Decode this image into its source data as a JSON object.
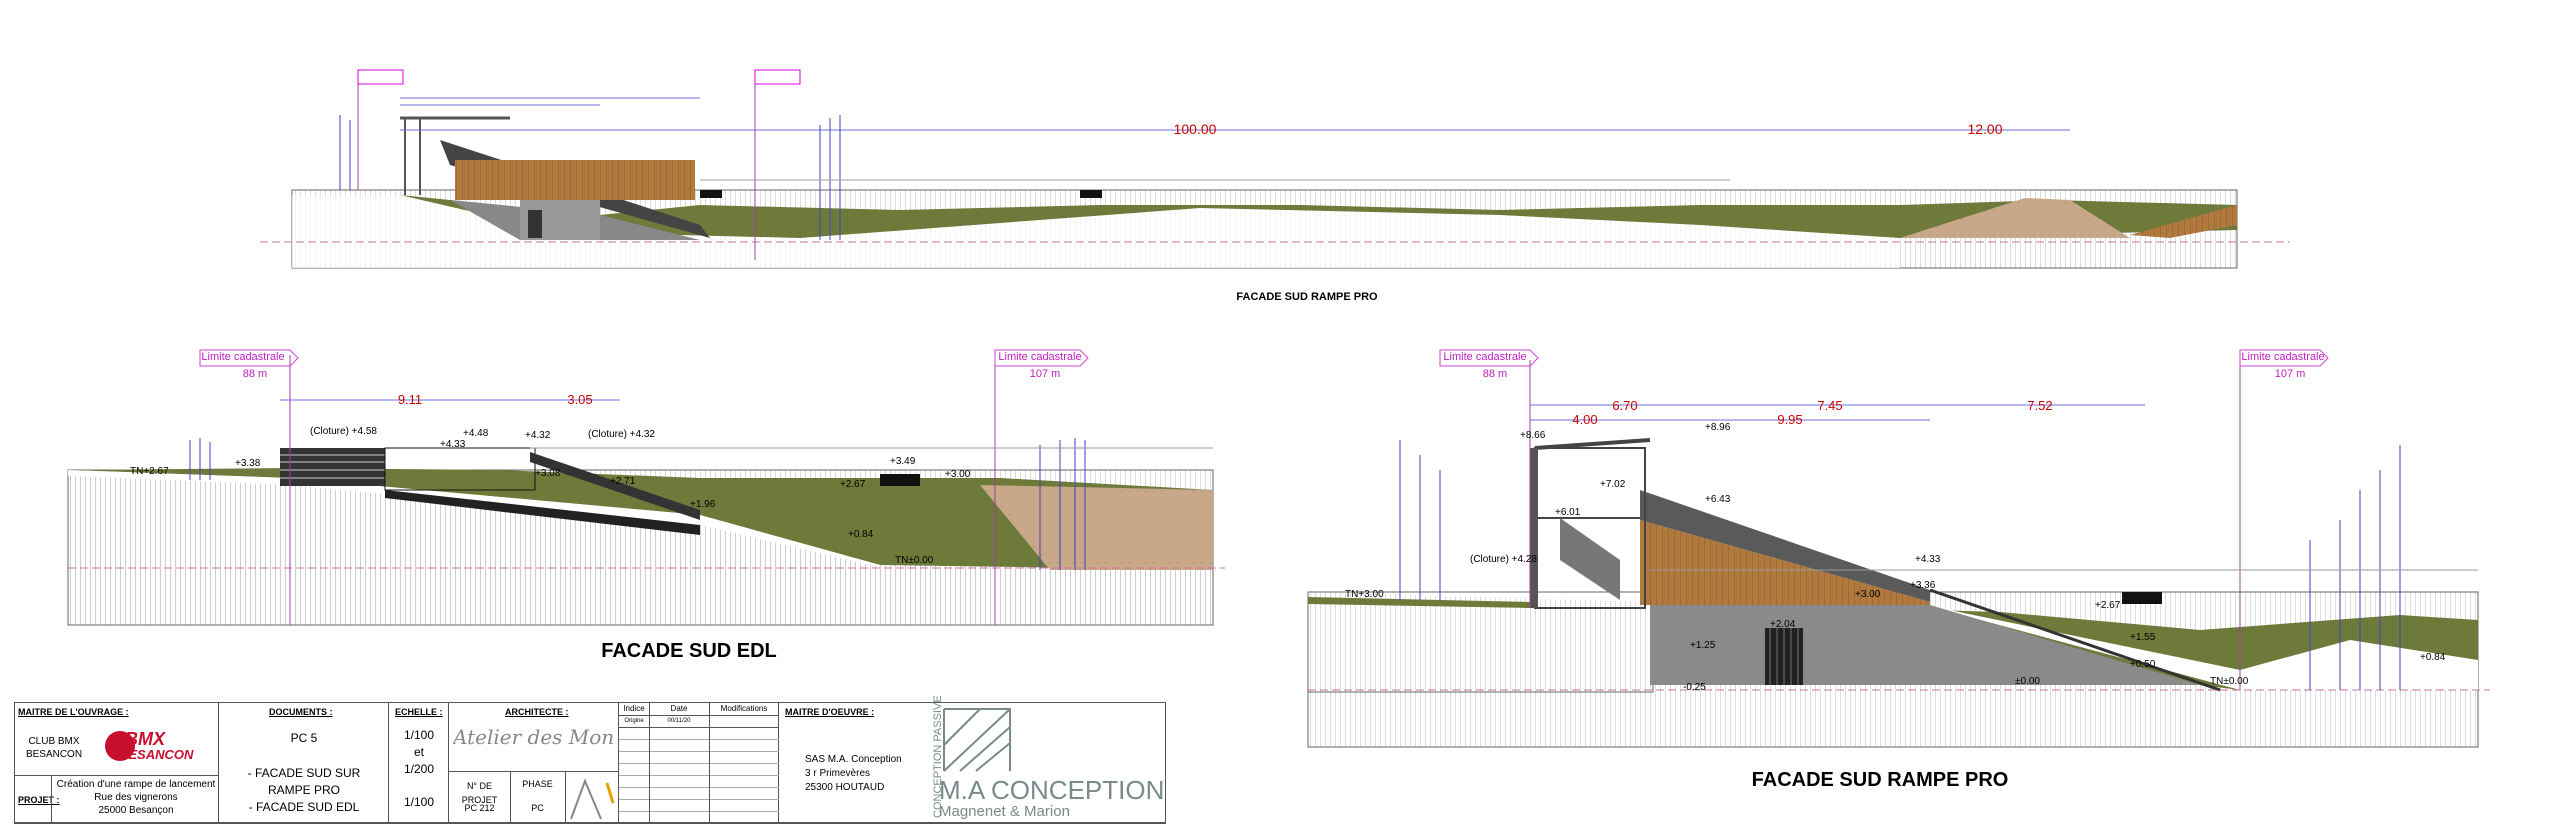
{
  "views": {
    "top": {
      "caption": "FACADE SUD RAMPE PRO",
      "dim_main": "100.00",
      "dim_secondary": "12.00"
    },
    "left": {
      "caption": "FACADE SUD EDL",
      "limit_left": {
        "label": "Limite cadastrale",
        "value": "88 m"
      },
      "limit_right": {
        "label": "Limite cadastrale",
        "value": "107 m"
      },
      "dims": [
        "9.11",
        "3.05"
      ],
      "levels": [
        "TN+2.67",
        "+3.38",
        "(Cloture) +4.58",
        "+4.48",
        "+4.33",
        "+4.32",
        "(Cloture) +4.32",
        "+3.08",
        "+2.71",
        "+1.96",
        "+2.67",
        "+3.49",
        "+3.00",
        "+0.84",
        "TN±0.00"
      ]
    },
    "right": {
      "caption": "FACADE SUD RAMPE PRO",
      "limit_left": {
        "label": "Limite cadastrale",
        "value": "88 m"
      },
      "limit_right": {
        "label": "Limite cadastrale",
        "value": "107 m"
      },
      "dims_row1": [
        "6.70",
        "7.45",
        "7.52"
      ],
      "dims_row2": [
        "4.00",
        "9.95"
      ],
      "levels": [
        "+8.66",
        "+8.96",
        "+7.02",
        "+6.01",
        "+6.43",
        "(Cloture) +4.28",
        "TN+3.00",
        "+4.33",
        "+3.36",
        "+3.00",
        "+2.04",
        "+2.67",
        "+1.55",
        "+1.25",
        "+0.50",
        "±0.00",
        "-0.25",
        "TN±0.00",
        "+0.84"
      ]
    }
  },
  "cartouche": {
    "maitre_ouvrage_hdr": "MAITRE DE L'OUVRAGE :",
    "club": "CLUB BMX\nBESANCON",
    "logo_text_1": "BMX",
    "logo_text_2": "BESANCON",
    "projet_hdr": "PROJET :",
    "projet": "Création d'une rampe de lancement\nRue des vignerons\n25000 Besançon",
    "documents_hdr": "DOCUMENTS :",
    "doc_num": "PC 5",
    "doc_list": "- FACADE SUD SUR\nRAMPE PRO\n- FACADE SUD EDL",
    "echelle_hdr": "ECHELLE :",
    "echelle_1": "1/100\net\n1/200",
    "echelle_2": "1/100",
    "architecte_hdr": "ARCHITECTE :",
    "architecte_logo": "Atelier des Montaines",
    "num_projet_hdr": "N° DE PROJET",
    "num_projet": "PC 212",
    "phase_hdr": "PHASE",
    "phase": "PC",
    "indice_hdr": "Indice",
    "date_hdr": "Date",
    "modif_hdr": "Modifications",
    "indice_row": "Origine",
    "date_row": "00/11/20",
    "maitre_oeuvre_hdr": "MAITRE D'OEUVRE :",
    "moe": "SAS M.A. Conception\n3 r Primevères\n25300 HOUTAUD",
    "brand": "M.A CONCEPTION",
    "brand_sub": "Magnenet & Marion",
    "vertical": "CONCEPTION PASSIVE"
  }
}
